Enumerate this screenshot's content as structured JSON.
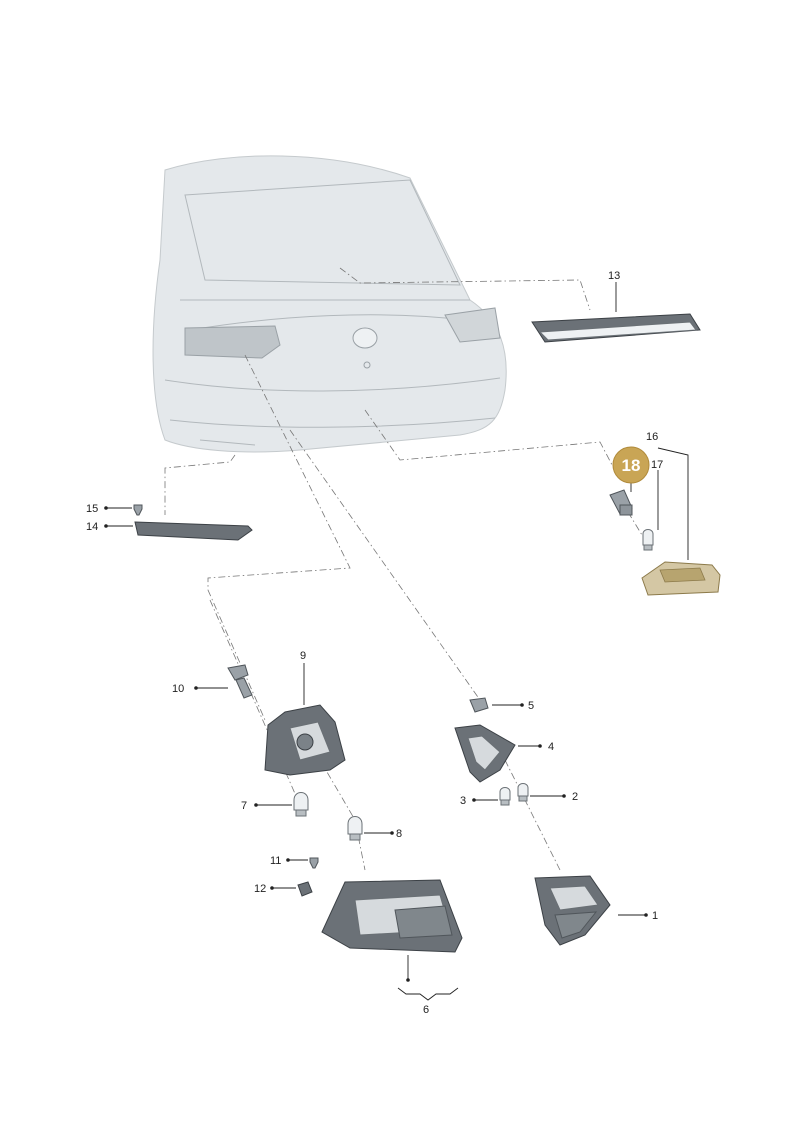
{
  "callouts": {
    "p1": "1",
    "p2": "2",
    "p3": "3",
    "p4": "4",
    "p5": "5",
    "p6": "6",
    "p7": "7",
    "p8": "8",
    "p9": "9",
    "p10": "10",
    "p11": "11",
    "p12": "12",
    "p13": "13",
    "p14": "14",
    "p15": "15",
    "p16": "16",
    "p17": "17"
  },
  "highlight": {
    "label": "18",
    "color": "#c9a555"
  },
  "colors": {
    "line": "#222222",
    "dash": "#777777",
    "car": "#e4e8eb"
  }
}
